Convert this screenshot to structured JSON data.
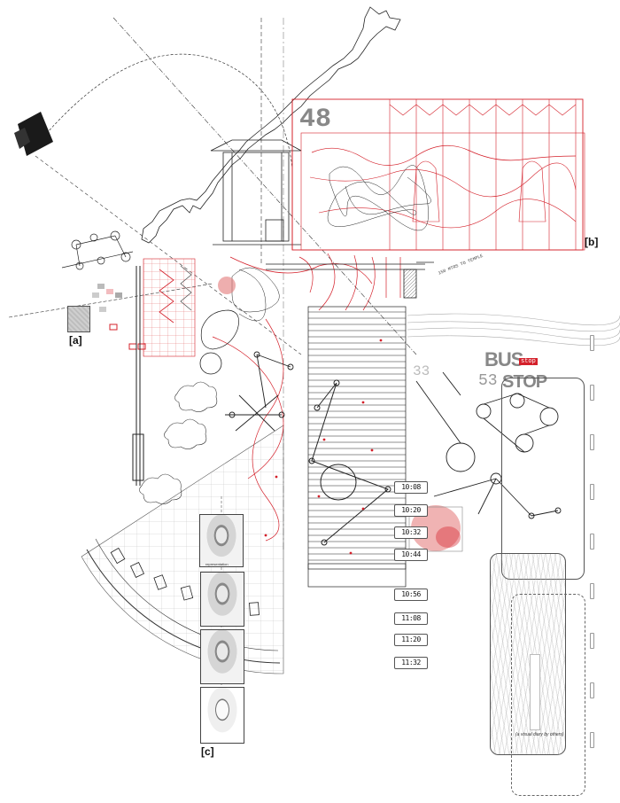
{
  "labels": {
    "a": "[a]",
    "b": "[b]",
    "c": "[c]"
  },
  "numbers": {
    "big_48": "48",
    "label_33": "33",
    "label_53": "53"
  },
  "bus_stop": {
    "line1": "BUS",
    "line2": "STOP",
    "badge": "stop"
  },
  "clocks": [
    "10:08",
    "10:20",
    "10:32",
    "10:44",
    "10:56",
    "11:08",
    "11:20",
    "11:32"
  ],
  "captions": {
    "face_caption": "representation",
    "panel_caption": "(a visual diary by others)",
    "diagonal_text": "150 MTRS TO TEMPLE"
  },
  "colors": {
    "red": "#d4202a",
    "ink": "#1a1a1a",
    "gray": "#9a9a9a",
    "light": "#c8c8c8"
  }
}
